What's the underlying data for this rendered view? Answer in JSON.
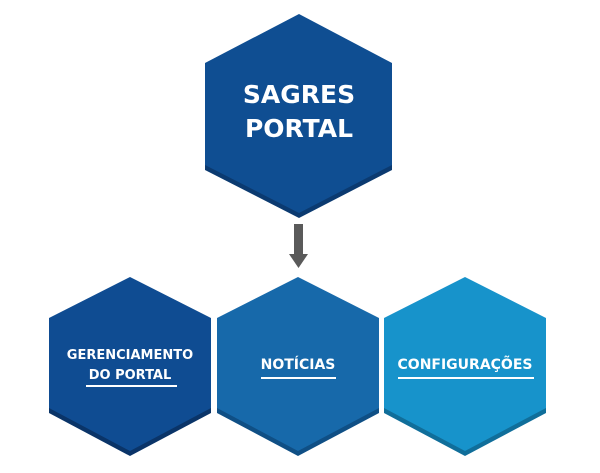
{
  "root": {
    "line1": "SAGRES",
    "line2": "PORTAL",
    "color": "#0F4E92",
    "shadow": "#0B3A70"
  },
  "children": [
    {
      "line1": "GERENCIAMENTO",
      "line2": "DO PORTAL",
      "color": "#0F4C92",
      "shadow": "#0A3468"
    },
    {
      "line1": "NOTÍCIAS",
      "color": "#1769AA",
      "shadow": "#0F4F85"
    },
    {
      "line1": "CONFIGURAÇÕES",
      "color": "#1793CB",
      "shadow": "#106E9A"
    }
  ],
  "arrow_color": "#5A5A5A"
}
